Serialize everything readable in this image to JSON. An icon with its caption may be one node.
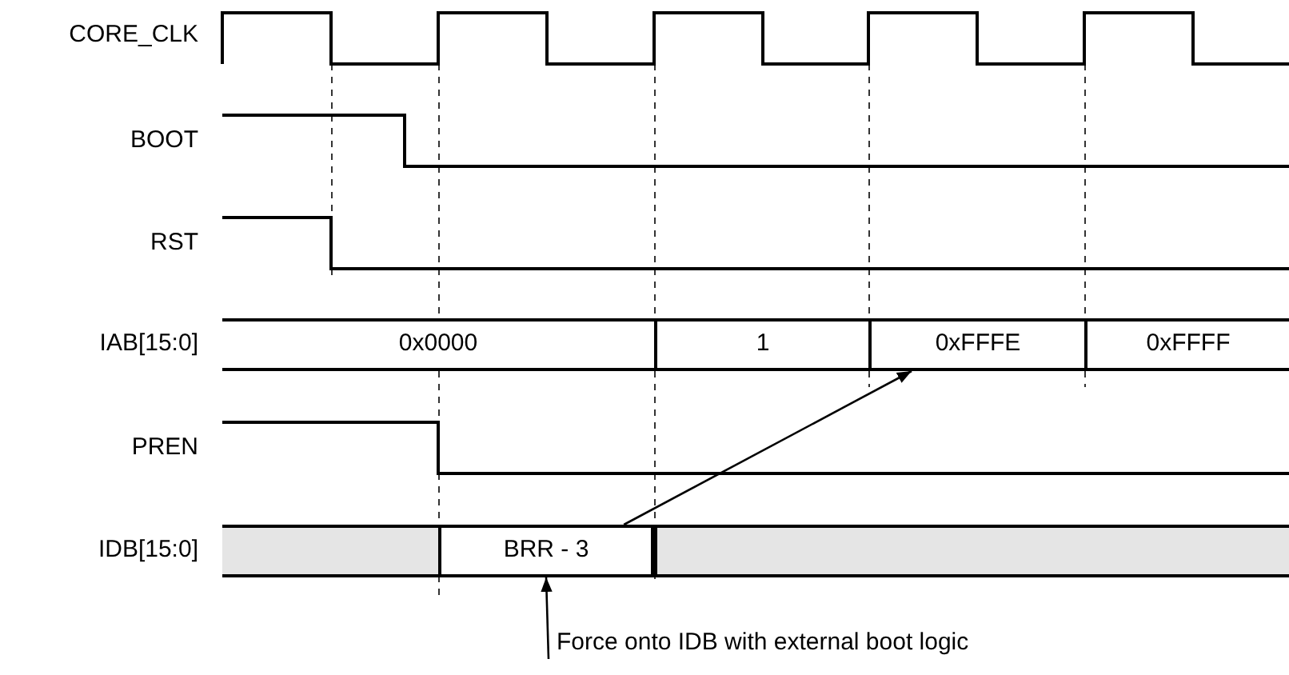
{
  "diagram": {
    "nodes": [
      {
        "text": [
          "0x0000"
        ]
      },
      {
        "text": [
          "1"
        ]
      },
      {
        "text": [
          "0xFFFE"
        ]
      },
      {
        "text": [
          "0xFFFF"
        ]
      },
      {
        "text": [
          "BRR - 3"
        ]
      },
      {
        "text": [
          "Force onto IDB with external boot logic"
        ]
      },
      {
        "text": [],
        "shape": "bar"
      },
      {
        "text": [],
        "shape": "bar"
      }
    ],
    "edges": [
      {
        "from": 4,
        "to": 2,
        "arrow": "to"
      },
      {
        "from": 5,
        "to": 4,
        "arrow": "to"
      }
    ],
    "labels": [
      "CORE_CLK",
      "BOOT",
      "RST",
      "IAB[15:0]",
      "PREN",
      "IDB[15:0]"
    ]
  }
}
